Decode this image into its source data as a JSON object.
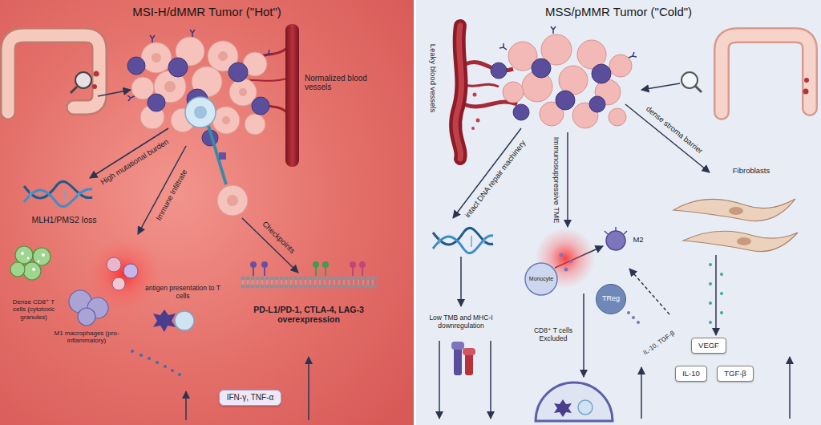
{
  "diagram": {
    "nodes": [
      {
        "text": [
          "MSI-H/dMMR Tumor (\"Hot\")"
        ]
      },
      {
        "text": [
          "IFN-γ, TNF-α"
        ],
        "in": 0
      },
      {
        "text": [
          "MSS/pMMR Tumor (\"Cold\")"
        ]
      },
      {
        "text": [
          "TReg"
        ],
        "in": 2
      },
      {
        "text": [
          "VEGF"
        ],
        "in": 2
      },
      {
        "text": [
          "IL-10"
        ],
        "in": 2
      },
      {
        "text": [
          "TGF-β"
        ],
        "in": 2
      }
    ],
    "labels": [
      "Normalized blood vessels",
      "High mutational burden",
      "Immune Infiltrate",
      "MLH1/PMS2 loss",
      "Checkpoints",
      "Dense CD8⁺ T cells (cytotoxic granules)",
      "M1 macrophages (pro-inflammatory)",
      "antigen presentation to T cells",
      "PD-L1/PD-1, CTLA-4, LAG-3 overexpression",
      "Leaky blood vessels",
      "dense stroma barrier",
      "intact DNA repair machinery",
      "Immunosuppressive TME",
      "M2",
      "Fibroblasts",
      "Monocyte",
      "Low TMB and MHC-I downregulation",
      "CD8⁺ T cells Excluded",
      "IL-10, TGF-β"
    ]
  }
}
